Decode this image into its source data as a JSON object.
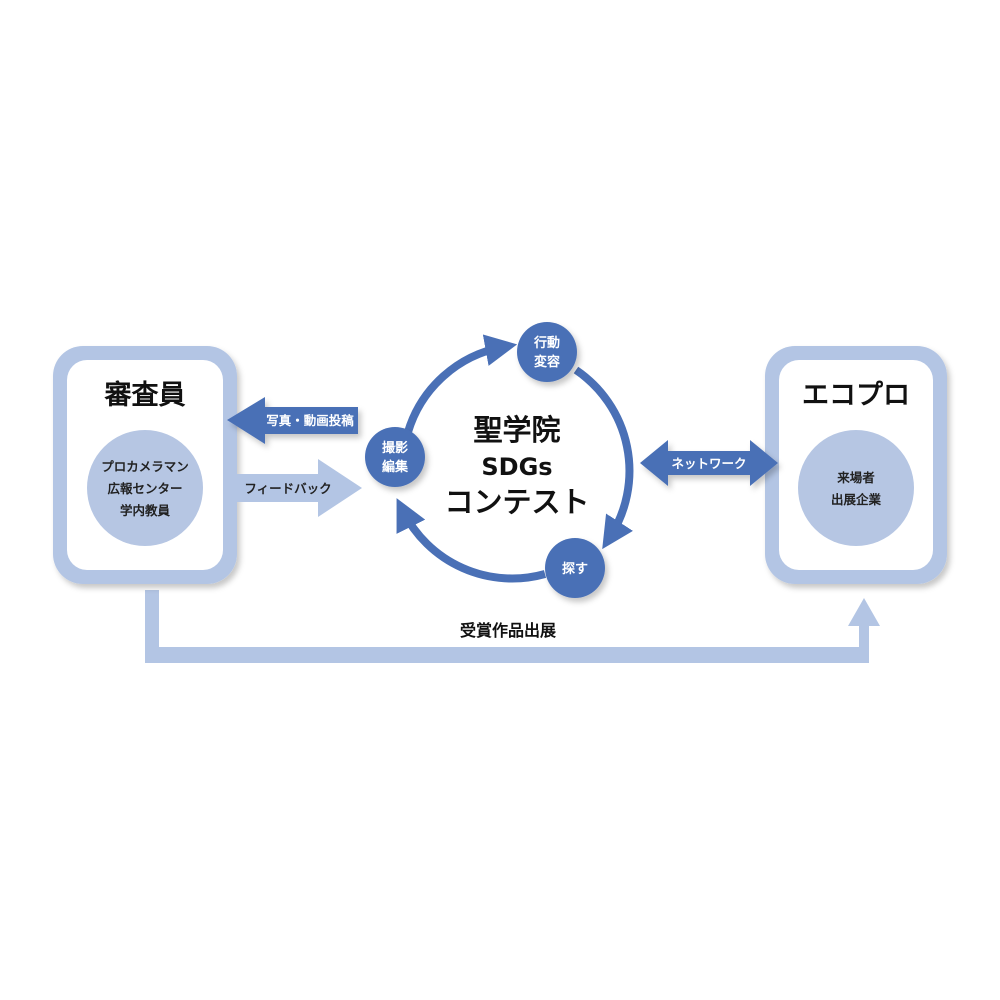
{
  "left_panel": {
    "title": "審査員",
    "members": [
      "プロカメラマン",
      "広報センター",
      "学内教員"
    ]
  },
  "center": {
    "lines": [
      "聖学院",
      "SDGs",
      "コンテスト"
    ]
  },
  "cycle_nodes": {
    "top": [
      "行動",
      "変容"
    ],
    "left": [
      "撮影",
      "編集"
    ],
    "bottom": [
      "探す"
    ]
  },
  "arrows": {
    "post": "写真・動画投稿",
    "feedback": "フィードバック",
    "network": "ネットワーク",
    "exhibit": "受賞作品出展"
  },
  "right_panel": {
    "title": "エコプロ",
    "members": [
      "来場者",
      "出展企業"
    ]
  },
  "colors": {
    "dark_blue": "#4a70b6",
    "light_blue": "#b3c5e4",
    "circle_fill": "#b6c6e3",
    "panel_inner": "#ffffff"
  }
}
